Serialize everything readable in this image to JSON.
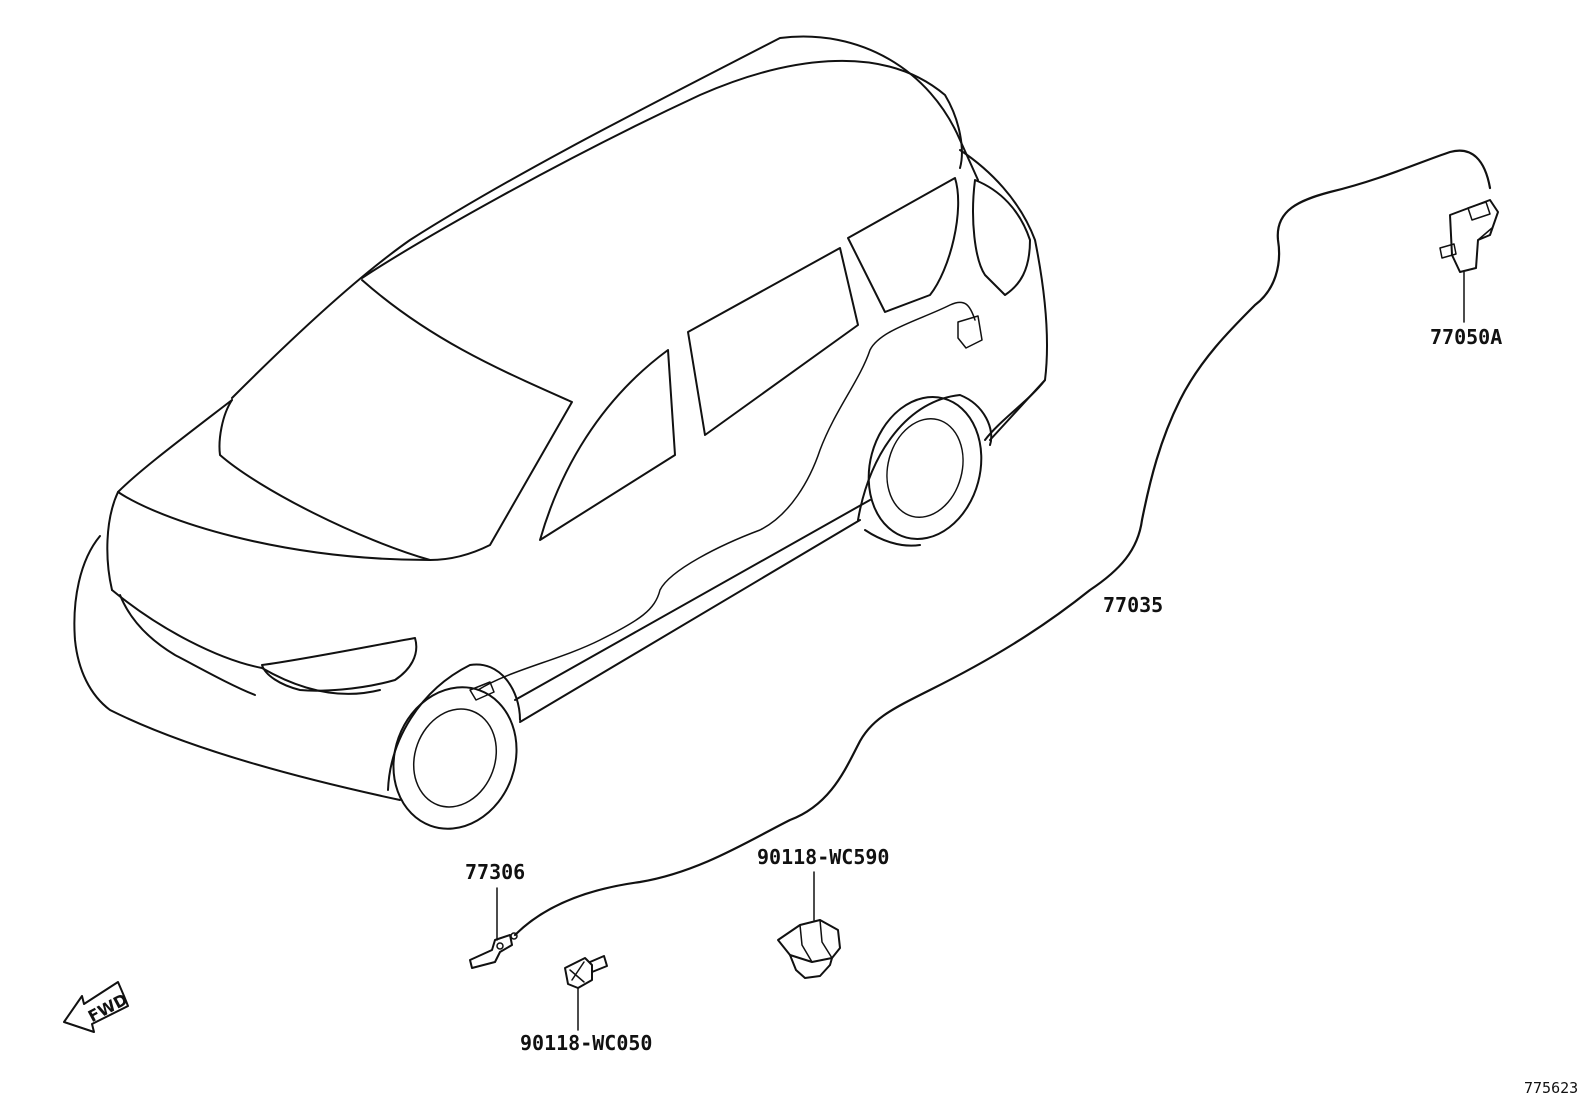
{
  "diagram": {
    "parts": {
      "opener_lock": "77050A",
      "cable": "77035",
      "lever": "77306",
      "clip": "90118-WC590",
      "bolt": "90118-WC050"
    },
    "fwd_arrow_text": "FWD",
    "figure_id": "775623"
  }
}
